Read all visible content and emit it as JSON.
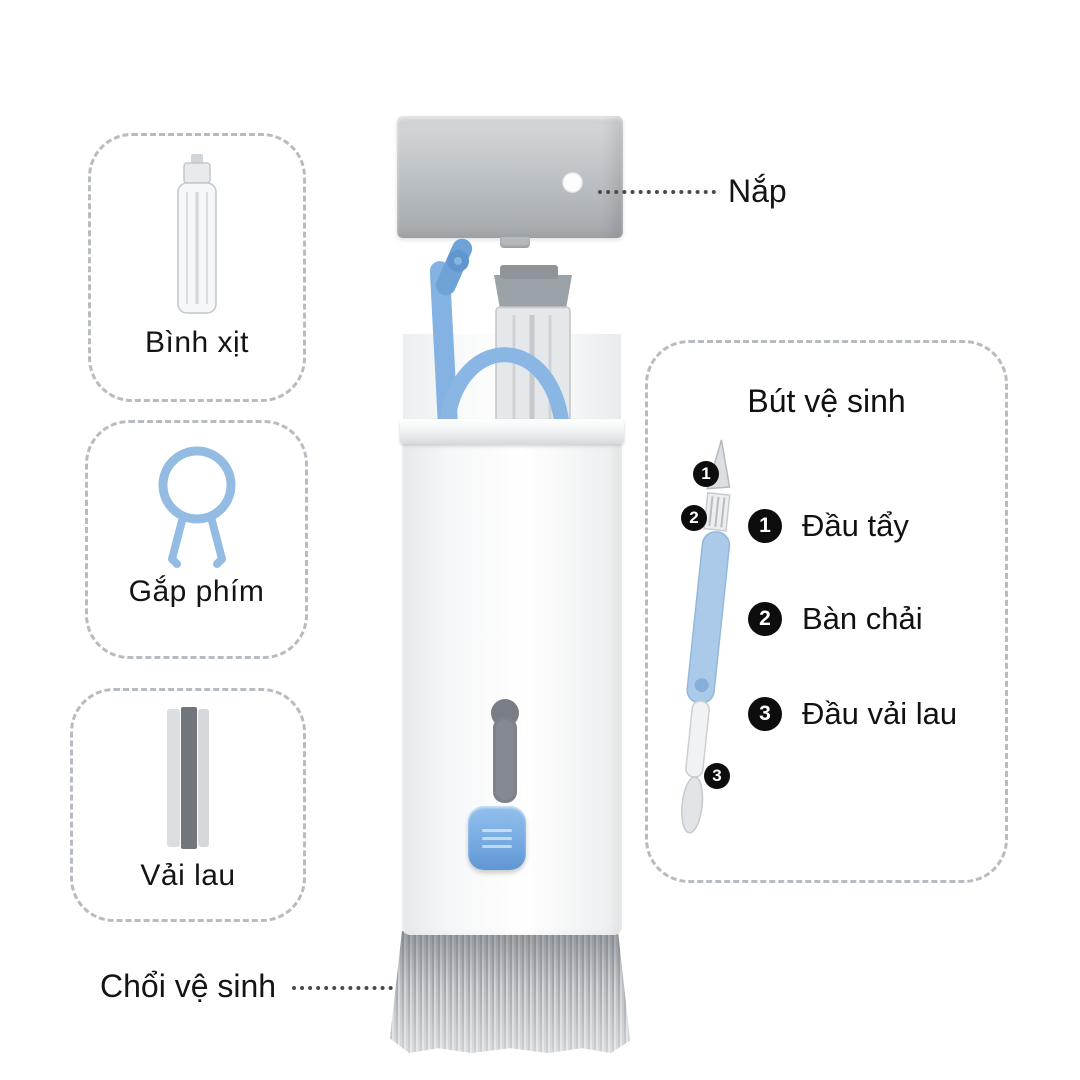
{
  "product": {
    "cap_label": "Nắp",
    "brush_label": "Chổi vệ sinh"
  },
  "left_panel": {
    "spray": {
      "label": "Bình xịt"
    },
    "keycap_puller": {
      "label": "Gắp phím"
    },
    "cloth": {
      "label": "Vải lau"
    }
  },
  "pen_box": {
    "title": "Bút vệ sinh",
    "pen_markers": [
      "1",
      "2",
      "3"
    ],
    "items": [
      {
        "num": "1",
        "label": "Đầu tẩy"
      },
      {
        "num": "2",
        "label": "Bàn chải"
      },
      {
        "num": "3",
        "label": "Đầu vải lau"
      }
    ]
  },
  "colors": {
    "accent_blue": "#8ab6e4",
    "cap_gray": "#b4b9be",
    "dash_border": "#b7bcc2",
    "text": "#111111"
  }
}
